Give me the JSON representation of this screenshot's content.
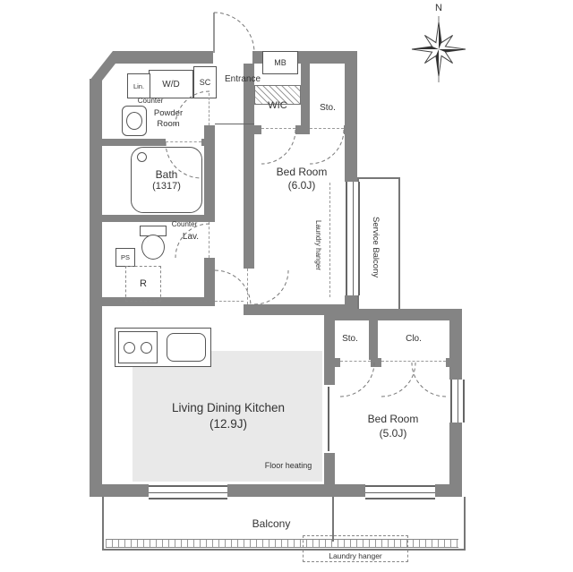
{
  "meta": {
    "type": "apartment-floor-plan"
  },
  "compass": {
    "north_label": "N"
  },
  "entrance_area": {
    "entrance": "Entrance",
    "shoe_closet": "SC",
    "meter_box": "MB"
  },
  "utility_area": {
    "washer_dryer": "W/D",
    "linen": "Lin.",
    "counter_powder": "Counter",
    "powder_room": "Powder Room",
    "bath_name": "Bath",
    "bath_size": "(1317)",
    "counter_lav": "Counter",
    "lavatory": "Lav.",
    "pipe_space": "PS",
    "refrigerator": "R"
  },
  "storage": {
    "wic": "WIC",
    "storage_upper": "Sto.",
    "storage_lower": "Sto.",
    "closet": "Clo."
  },
  "rooms": {
    "bedroom1": {
      "name": "Bed Room",
      "size": "(6.0J)",
      "laundry_hanger": "Laundry hanger"
    },
    "bedroom2": {
      "name": "Bed Room",
      "size": "(5.0J)"
    },
    "ldk": {
      "name": "Living Dining Kitchen",
      "size": "(12.9J)",
      "floor_heating": "Floor heating"
    }
  },
  "outdoor": {
    "service_balcony": "Service Balcony",
    "balcony": "Balcony",
    "laundry_hanger": "Laundry hanger"
  },
  "colors": {
    "wall": "#848484",
    "thin_line": "#555555",
    "floor_shade": "#e9e9e9",
    "hatch": "#888888"
  }
}
